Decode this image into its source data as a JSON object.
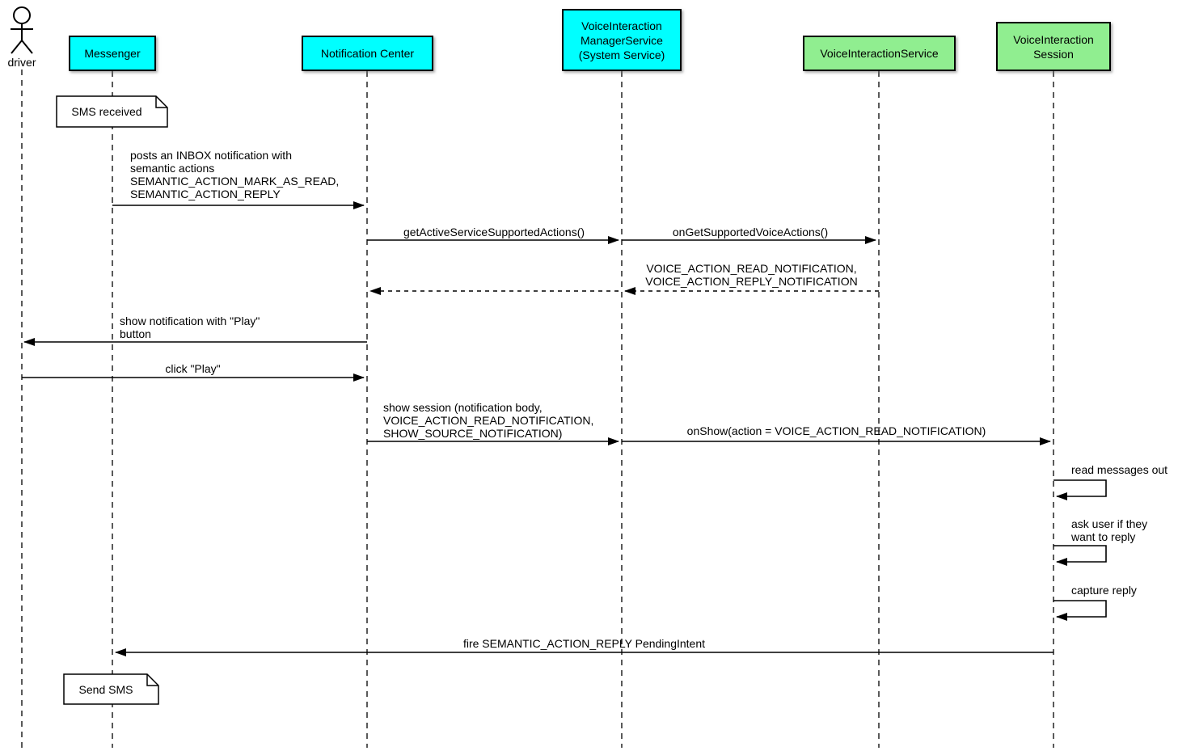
{
  "diagram": {
    "type": "uml-sequence-diagram",
    "colors": {
      "system_participant_fill": "#00FFFF",
      "voice_participant_fill": "#90EE90",
      "line": "#000000",
      "note_fill": "#FFFFFF",
      "background": "#FFFFFF"
    },
    "actor": {
      "label": "driver"
    },
    "participants": [
      {
        "label": "Messenger",
        "color": "#00FFFF"
      },
      {
        "label": "Notification Center",
        "color": "#00FFFF"
      },
      {
        "label": "VoiceInteraction\nManagerService\n(System Service)",
        "color": "#00FFFF"
      },
      {
        "label": "VoiceInteractionService",
        "color": "#90EE90"
      },
      {
        "label": "VoiceInteraction\nSession",
        "color": "#90EE90"
      }
    ],
    "notes": [
      {
        "text": "SMS received",
        "attached_to": "Messenger"
      },
      {
        "text": "Send SMS",
        "attached_to": "Messenger"
      }
    ],
    "messages": [
      {
        "from": "Messenger",
        "to": "Notification Center",
        "line": "solid",
        "text": "posts an INBOX notification with\nsemantic actions\nSEMANTIC_ACTION_MARK_AS_READ,\nSEMANTIC_ACTION_REPLY"
      },
      {
        "from": "Notification Center",
        "to": "VoiceInteractionManagerService",
        "line": "solid",
        "text": "getActiveServiceSupportedActions()"
      },
      {
        "from": "VoiceInteractionManagerService",
        "to": "VoiceInteractionService",
        "line": "solid",
        "text": "onGetSupportedVoiceActions()"
      },
      {
        "from": "VoiceInteractionService",
        "to": "VoiceInteractionManagerService",
        "line": "dashed",
        "text": "VOICE_ACTION_READ_NOTIFICATION,\nVOICE_ACTION_REPLY_NOTIFICATION"
      },
      {
        "from": "VoiceInteractionManagerService",
        "to": "Notification Center",
        "line": "dashed",
        "text": ""
      },
      {
        "from": "Notification Center",
        "to": "driver",
        "line": "solid",
        "text": "show notification with \"Play\"\nbutton"
      },
      {
        "from": "driver",
        "to": "Notification Center",
        "line": "solid",
        "text": "click \"Play\""
      },
      {
        "from": "Notification Center",
        "to": "VoiceInteractionManagerService",
        "line": "solid",
        "text": "show session (notification body,\nVOICE_ACTION_READ_NOTIFICATION,\nSHOW_SOURCE_NOTIFICATION)"
      },
      {
        "from": "VoiceInteractionManagerService",
        "to": "VoiceInteractionSession",
        "line": "solid",
        "text": "onShow(action = VOICE_ACTION_READ_NOTIFICATION)"
      },
      {
        "from": "VoiceInteractionSession",
        "to": "VoiceInteractionSession",
        "line": "self",
        "text": "read messages out"
      },
      {
        "from": "VoiceInteractionSession",
        "to": "VoiceInteractionSession",
        "line": "self",
        "text": "ask user if they\nwant to reply"
      },
      {
        "from": "VoiceInteractionSession",
        "to": "VoiceInteractionSession",
        "line": "self",
        "text": "capture reply"
      },
      {
        "from": "VoiceInteractionSession",
        "to": "Messenger",
        "line": "solid",
        "text": "fire SEMANTIC_ACTION_REPLY PendingIntent"
      }
    ]
  }
}
